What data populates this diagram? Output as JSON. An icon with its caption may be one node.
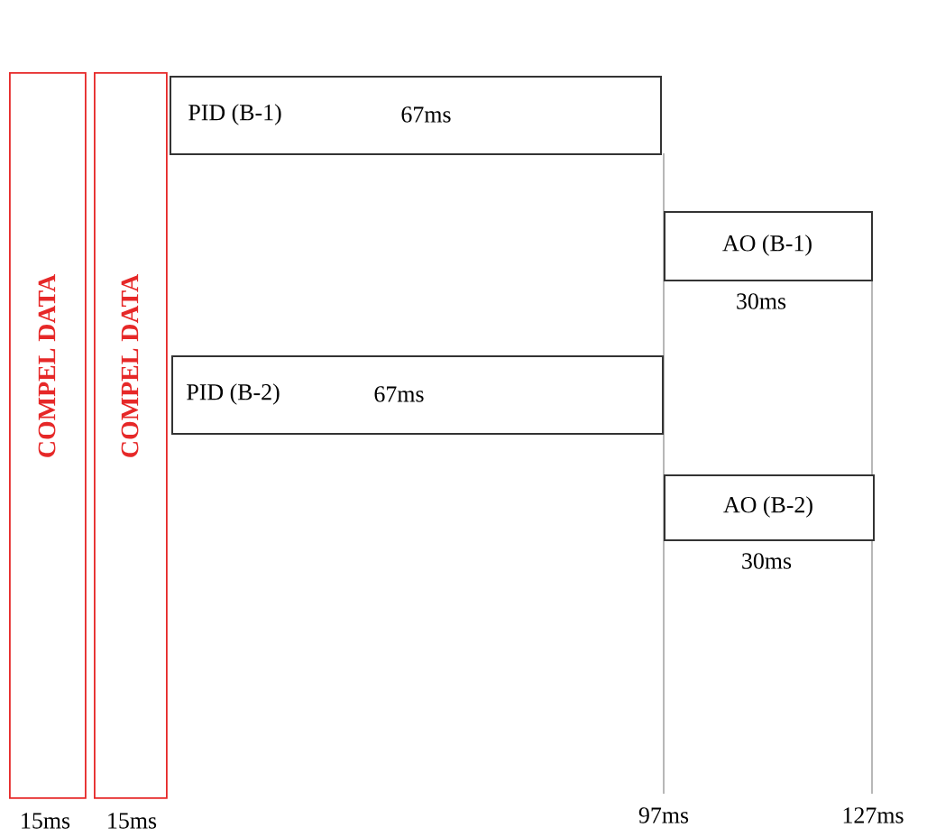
{
  "diagram": {
    "nodes": [
      {
        "text": [
          "COMPEL DATA"
        ],
        "beside": [
          "15ms"
        ]
      },
      {
        "text": [
          "COMPEL DATA"
        ],
        "beside": [
          "15ms"
        ]
      },
      {
        "text": [
          "PID (B-1)",
          "67ms"
        ]
      },
      {
        "text": [
          "AO (B-1)"
        ],
        "beside": [
          "30ms"
        ]
      },
      {
        "text": [
          "PID (B-2)",
          "67ms"
        ]
      },
      {
        "text": [
          "AO (B-2)"
        ],
        "beside": [
          "30ms"
        ]
      }
    ],
    "labels": [
      "97ms",
      "127ms"
    ]
  }
}
